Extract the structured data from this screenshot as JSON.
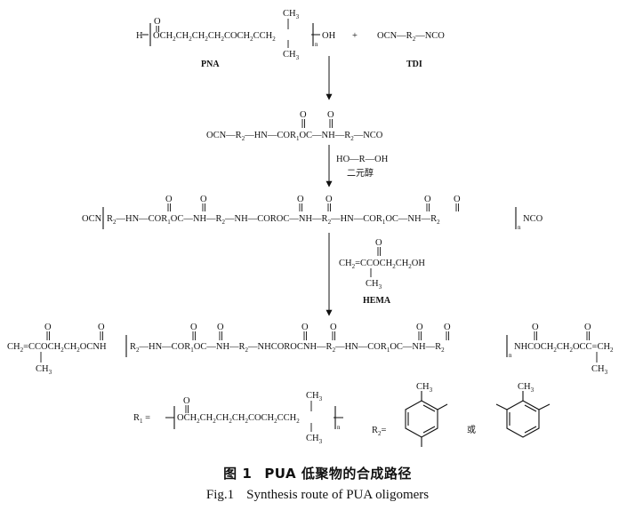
{
  "reactants": {
    "pna_label": "PNA",
    "tdi_label": "TDI",
    "plus": "+"
  },
  "reagents": {
    "diol_formula": "HO—R—OH",
    "diol_name": "二元醇",
    "hema_label": "HEMA"
  },
  "definitions": {
    "r1_symbol": "R",
    "r1_sub": "1",
    "r2_symbol": "R",
    "r2_sub": "2",
    "or_word": "或"
  },
  "caption": {
    "zh_number": "图 1",
    "zh_title": "PUA 低聚物的合成路径",
    "en_number": "Fig.1",
    "en_title": "Synthesis route of PUA oligomers"
  }
}
